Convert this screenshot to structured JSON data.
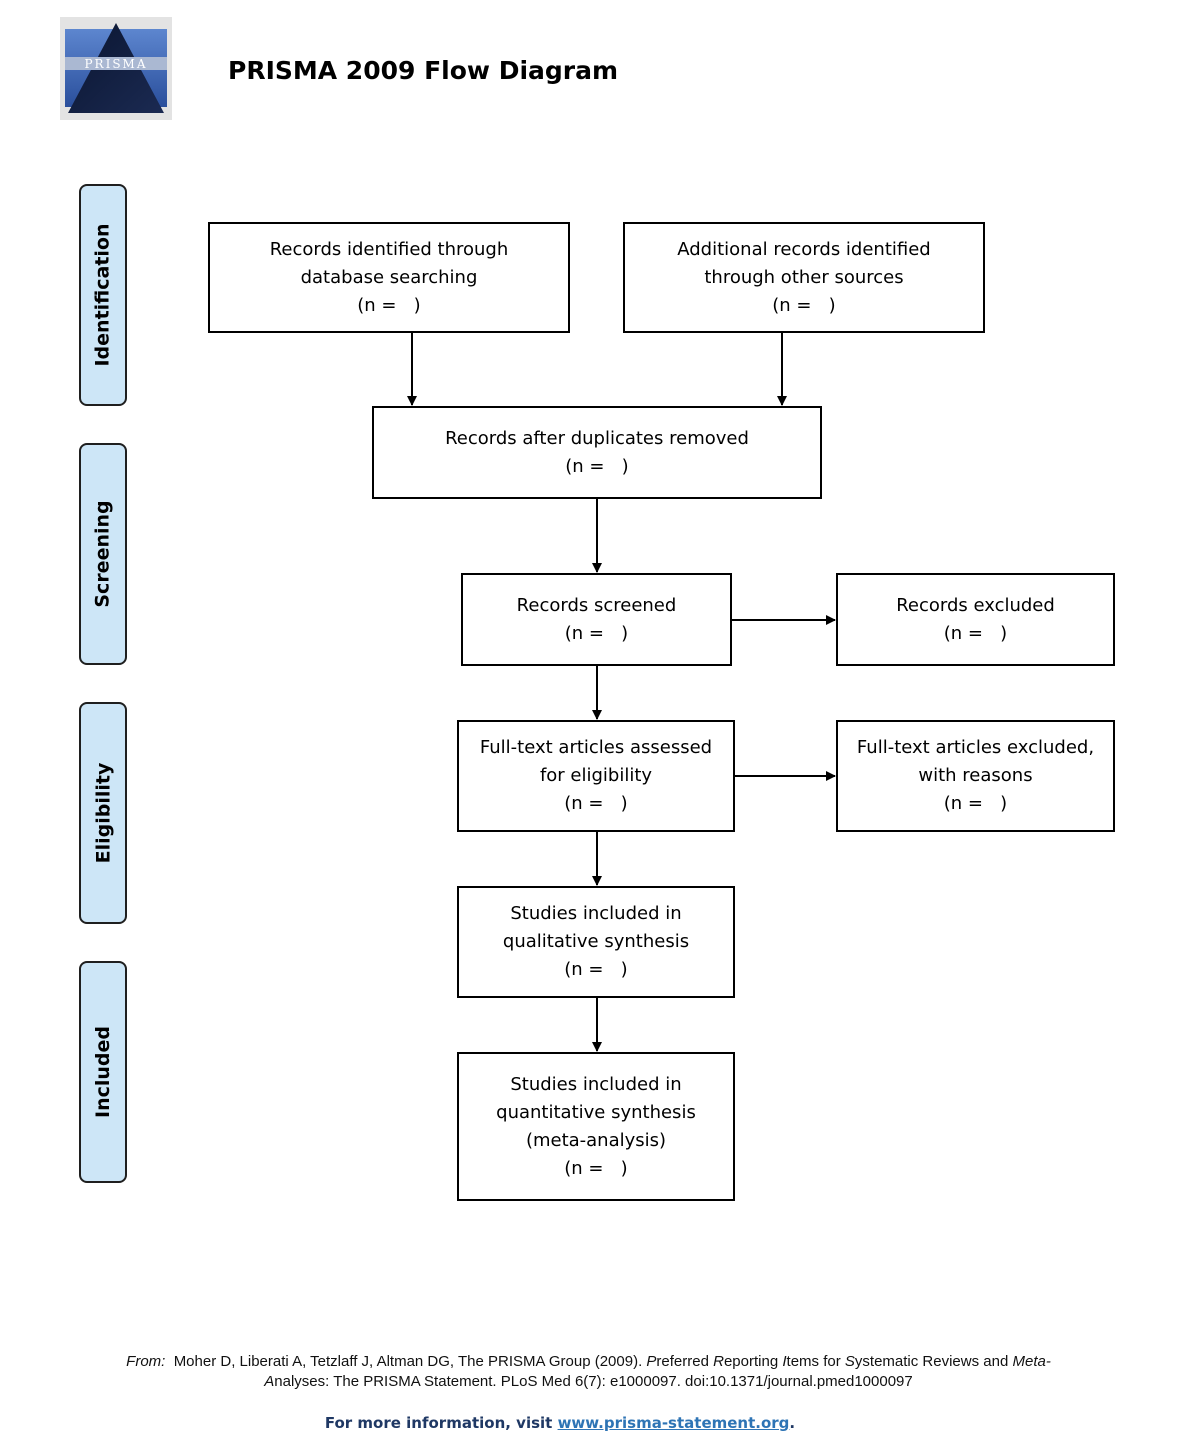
{
  "header": {
    "title": "PRISMA 2009 Flow Diagram",
    "logo_text": "PRISMA"
  },
  "phases": [
    {
      "label": "Identification"
    },
    {
      "label": "Screening"
    },
    {
      "label": "Eligibility"
    },
    {
      "label": "Included"
    }
  ],
  "boxes": {
    "db_search": {
      "lines": [
        "Records identified through",
        "database searching",
        "(n =   )"
      ]
    },
    "other_sources": {
      "lines": [
        "Additional records identified",
        "through other sources",
        "(n =   )"
      ]
    },
    "after_duplicates": {
      "lines": [
        "Records after duplicates removed",
        "(n =   )"
      ]
    },
    "screened": {
      "lines": [
        "Records screened",
        "(n =   )"
      ]
    },
    "excluded": {
      "lines": [
        "Records excluded",
        "(n =   )"
      ]
    },
    "fulltext_assessed": {
      "lines": [
        "Full-text articles assessed",
        "for eligibility",
        "(n =   )"
      ]
    },
    "fulltext_excluded": {
      "lines": [
        "Full-text articles excluded,",
        "with reasons",
        "(n =   )"
      ]
    },
    "qualitative": {
      "lines": [
        "Studies included in",
        "qualitative synthesis",
        "(n =   )"
      ]
    },
    "quantitative": {
      "lines": [
        "Studies included in",
        "quantitative synthesis",
        "(meta-analysis)",
        "(n =   )"
      ]
    }
  },
  "citation": {
    "from_label": "From:",
    "authors": "Moher D, Liberati A, Tetzlaff J, Altman DG, The PRISMA Group (2009).",
    "p_letter": "P",
    "p_rest": "referred",
    "r_letter": "R",
    "r_rest": "eporting",
    "i_letter": "I",
    "i_rest": "tems for",
    "s_letter": "S",
    "s_rest": "ystematic Reviews and",
    "meta": "Meta-",
    "a_letter": "A",
    "line2_rest": "nalyses: The PRISMA Statement. PLoS Med 6(7): e1000097. doi:10.1371/journal.pmed1000097"
  },
  "footer": {
    "prefix": "For more information, visit",
    "link": "www.prisma-statement.org",
    "suffix": "."
  },
  "colors": {
    "phase_fill": "#cde6f7",
    "link": "#2e74b5",
    "footer_text": "#1f3864"
  }
}
